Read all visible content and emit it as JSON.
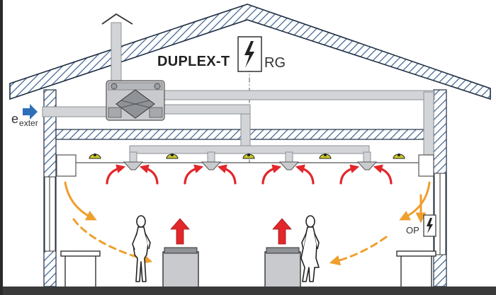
{
  "diagram": {
    "title": "DUPLEX-T",
    "power_box_label": "RG",
    "outdoor_air_label": "e",
    "outdoor_air_subscript": "exter",
    "sensor_label": "OP",
    "icons": {
      "power_symbol": "lightning-bolt-icon",
      "intake_arrow": "blue-arrow-icon",
      "supply_flow": "red-curved-arrow-icon",
      "air_movement": "orange-dashed-arrow-icon",
      "heat_rise": "red-up-arrow-icon",
      "person": "person-icon",
      "light": "ceiling-lamp-icon"
    },
    "colors": {
      "hatch": "#3c5f91",
      "duct": "#d2d4d7",
      "supply_arrow": "#e3262a",
      "flow_arrow": "#ef9f2d",
      "intake_arrow": "#2f6fb8",
      "lamp": "#c9c829",
      "floor": "#3a3a3a"
    }
  }
}
